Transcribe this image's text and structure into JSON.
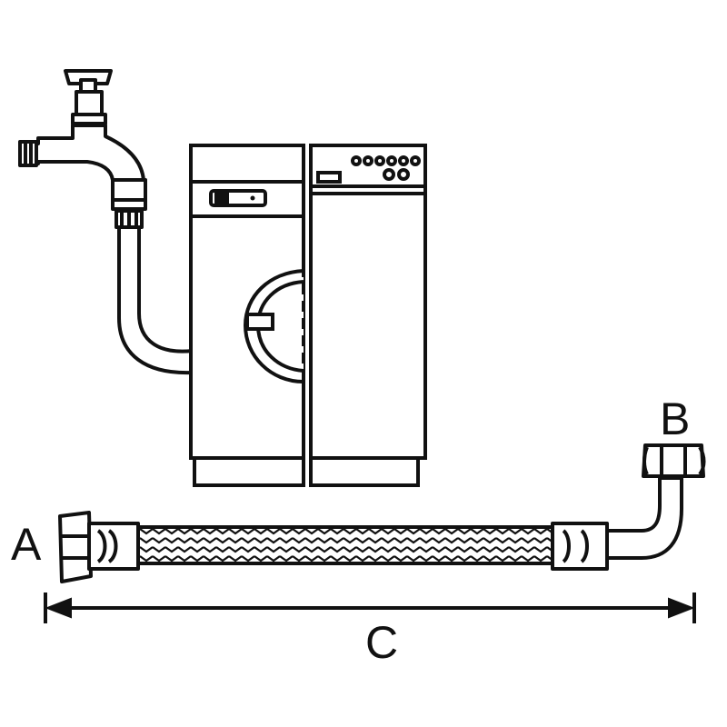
{
  "labels": {
    "end_a": "A",
    "end_b": "B",
    "length": "C"
  },
  "colors": {
    "stroke": "#111111",
    "background": "#ffffff"
  },
  "icons": {
    "faucet": "water-tap-icon",
    "appliance": "washing-machine-icon",
    "hose": "braided-hose-icon"
  }
}
